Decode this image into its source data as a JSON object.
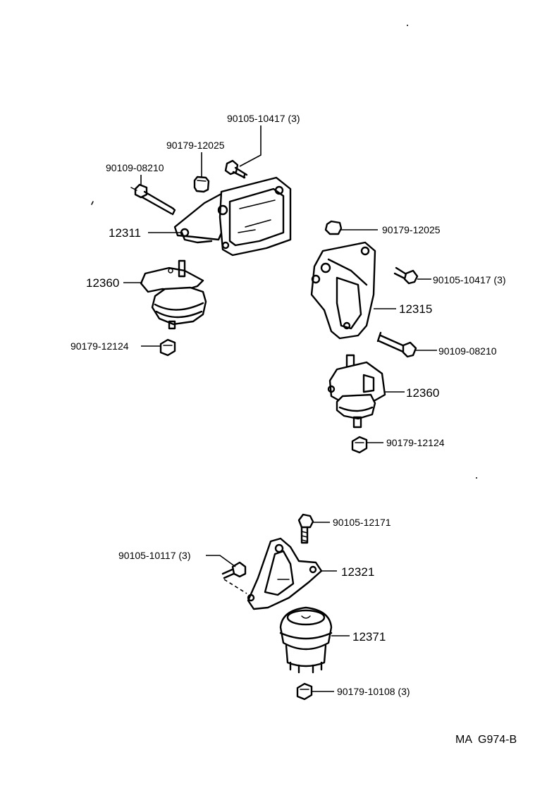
{
  "labels": {
    "bolt_10417_top": "90105-10417 (3)",
    "nut_12025_top": "90179-12025",
    "stud_08210_left": "90109-08210",
    "bracket_12311": "12311",
    "mount_12360_left": "12360",
    "nut_12124_left": "90179-12124",
    "nut_12025_right": "90179-12025",
    "bolt_10417_right": "90105-10417 (3)",
    "bracket_12315": "12315",
    "stud_08210_right": "90109-08210",
    "mount_12360_right": "12360",
    "nut_12124_right": "90179-12124",
    "bolt_12171": "90105-12171",
    "bolt_10117": "90105-10117 (3)",
    "bracket_12321": "12321",
    "mount_12371": "12371",
    "nut_10108": "90179-10108 (3)"
  },
  "diagram_code": "MA  G974-B"
}
